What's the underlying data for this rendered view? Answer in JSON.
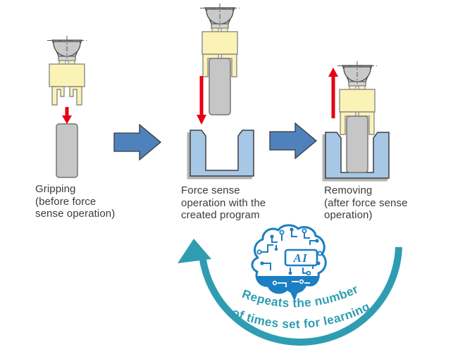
{
  "diagram": {
    "title_hint": "Force sense AI learning cycle",
    "stages": [
      {
        "id": "gripping",
        "label": "Gripping\n(before force\n sense operation)",
        "motion_arrow": "down"
      },
      {
        "id": "force-sense-operation",
        "label": "Force sense\noperation with the\ncreated program",
        "motion_arrow": "down"
      },
      {
        "id": "removing",
        "label": "Removing\n(after force sense\n operation)",
        "motion_arrow": "up"
      }
    ],
    "loop": {
      "caption_line1": "Repeats the number",
      "caption_line2": "of times set for learning",
      "ai_badge": "AI"
    },
    "colors": {
      "loop_teal": "#2E9DB2",
      "brain_blue": "#1C7EC3",
      "flow_arrow_blue": "#4F81BD",
      "motion_arrow_red": "#E60012",
      "gripper_yellow": "#FBF2B6",
      "part_gray": "#C6C6C6",
      "fixture_blue": "#A7C7E7",
      "label_text": "#3E3A39"
    }
  }
}
